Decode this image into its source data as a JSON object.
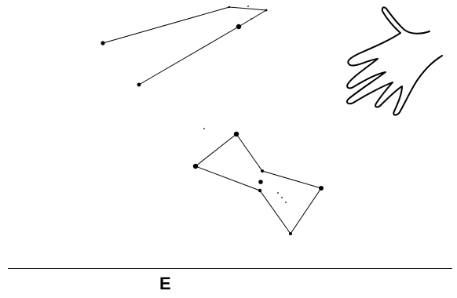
{
  "compass_direction": "E",
  "colors": {
    "ink": "#000000",
    "background": "#ffffff"
  },
  "diagram_elements": [
    "upper-constellation-asterism",
    "lower-constellation-asterism",
    "hand-outline-icon",
    "horizon-line",
    "direction-label"
  ]
}
